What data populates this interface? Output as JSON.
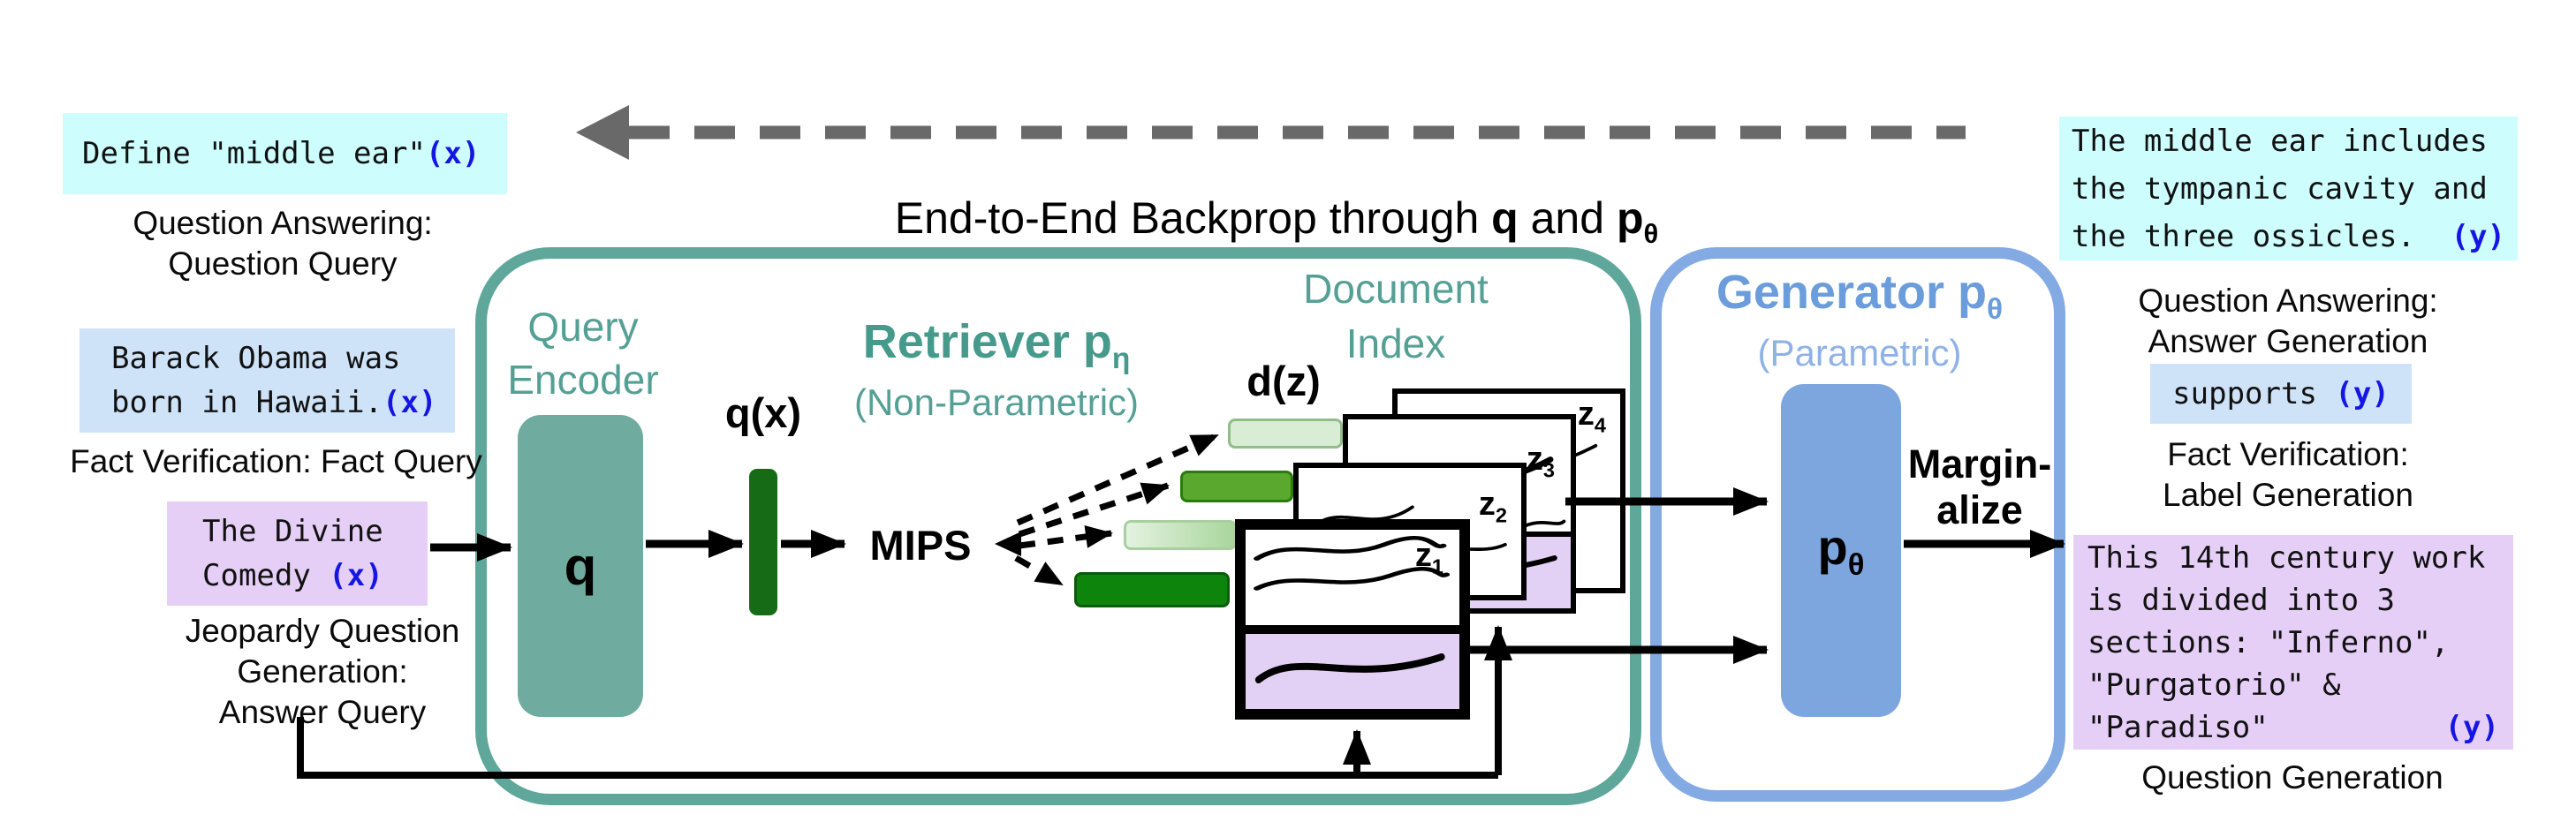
{
  "diagram_title": {
    "prefix": "End-to-End Backprop through ",
    "q": "q",
    "and": " and ",
    "p": "p",
    "p_sub": "θ"
  },
  "inputs": {
    "qa": {
      "text": "Define \"middle ear\"",
      "accent": "(x)",
      "caption_line1": "Question Answering:",
      "caption_line2": "Question Query"
    },
    "fact": {
      "line1": "Barack Obama was",
      "line2": "born in Hawaii.",
      "accent": "(x)",
      "caption": "Fact Verification: Fact Query"
    },
    "jeopardy": {
      "line1": "The Divine",
      "line2": "Comedy ",
      "accent": "(x)",
      "caption_line1": "Jeopardy Question",
      "caption_line2": "Generation:",
      "caption_line3": "Answer Query"
    }
  },
  "retriever": {
    "title": "Retriever p",
    "title_sub": "η",
    "subtitle": "(Non-Parametric)",
    "query_encoder_line1": "Query",
    "query_encoder_line2": "Encoder",
    "q_block_label": "q",
    "qx_label": "q(x)",
    "mips_label": "MIPS",
    "dz_label": "d(z)",
    "index_line1": "Document",
    "index_line2": "Index",
    "doc_labels": [
      {
        "base": "z",
        "sub": "4"
      },
      {
        "base": "z",
        "sub": "3"
      },
      {
        "base": "z",
        "sub": "2"
      },
      {
        "base": "z",
        "sub": "1"
      }
    ]
  },
  "generator": {
    "title": "Generator p",
    "title_sub": "θ",
    "subtitle": "(Parametric)",
    "block_label": "p",
    "block_sub": "θ",
    "marginalize_line1": "Margin-",
    "marginalize_line2": "alize"
  },
  "outputs": {
    "qa": {
      "line1": "The middle ear includes",
      "line2": "the tympanic cavity and",
      "line3": "the three ossicles.",
      "accent": "(y)",
      "caption_line1": "Question Answering:",
      "caption_line2": "Answer Generation"
    },
    "fact": {
      "text": "supports ",
      "accent": "(y)",
      "caption_line1": "Fact Verification:",
      "caption_line2": "Label Generation"
    },
    "qgen": {
      "line1": "This 14th century work",
      "line2": "is divided into 3",
      "line3": "sections: \"Inferno\",",
      "line4": "\"Purgatorio\" &",
      "line5": "\"Paradiso\"",
      "accent": "(y)",
      "caption": "Question Generation"
    }
  },
  "colors": {
    "teal_border": "#5fa79b",
    "teal_text": "#55a095",
    "blue_border": "#84aae3",
    "blue_text": "#6b9cdb",
    "accent_blue": "#1616e3",
    "cyan_box": "#cdfdfd",
    "blue_box": "#cfe3f8",
    "purple_box": "#e6cff7",
    "green_dark": "#166b16",
    "green_medium": "#5aa82e",
    "green_pale": "#d9ecd4",
    "gray_dash": "#696969"
  }
}
